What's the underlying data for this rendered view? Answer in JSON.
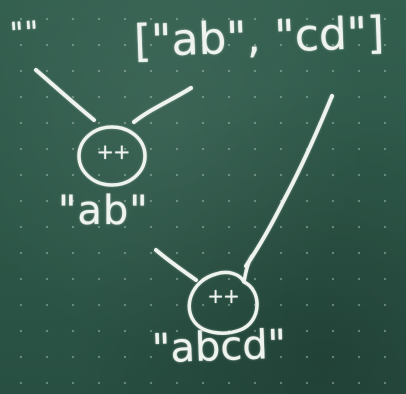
{
  "diagram": {
    "inputs": {
      "empty_string": "\"\"",
      "list": "[\"ab\", \"cd\"]"
    },
    "operations": [
      {
        "label": "++"
      },
      {
        "label": "++"
      }
    ],
    "results": {
      "first": "\"ab\"",
      "final": "\"abcd\""
    },
    "colors": {
      "board": "#2f5a4b",
      "chalk": "#eef3ee"
    }
  }
}
